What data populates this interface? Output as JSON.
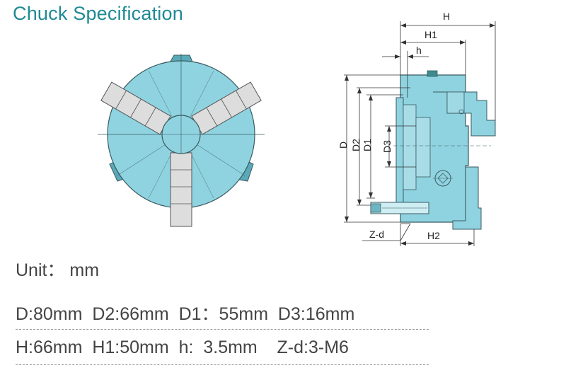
{
  "title": "Chuck Specification",
  "dimension_labels": {
    "H": "H",
    "H1": "H1",
    "h": "h",
    "D": "D",
    "D2": "D2",
    "D1": "D1",
    "D3": "D3",
    "Z_d": "Z-d",
    "H2": "H2"
  },
  "unit_line": "Unit： mm",
  "spec_line_1": "D:80mm  D2:66mm  D1：55mm  D3:16mm",
  "spec_line_2": "H:66mm  H1:50mm  h:  3.5mm    Z-d:3-M6",
  "colors": {
    "body": "#8fd3e0",
    "jaw": "#dddddd",
    "title": "#1f8a94",
    "outline": "#3a5a60"
  }
}
